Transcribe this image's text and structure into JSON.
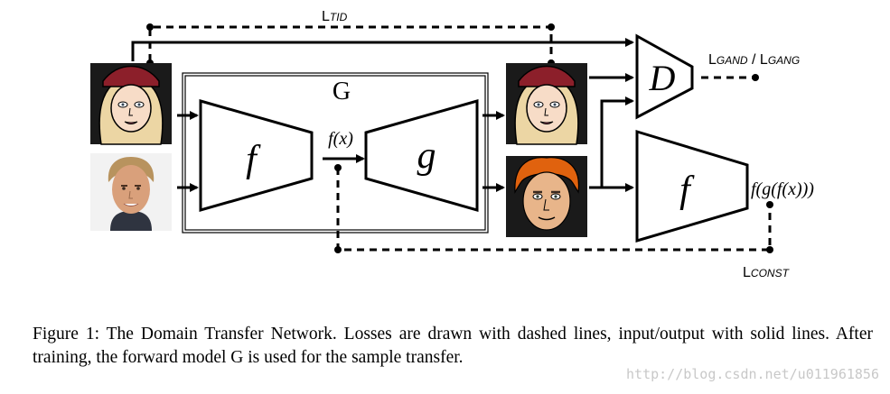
{
  "diagram": {
    "label_g_box": "G",
    "label_f_encoder": "f",
    "label_g_decoder": "g",
    "label_fx": "f(x)",
    "label_d": "D",
    "label_f_second": "f",
    "label_fgfx": "f(g(f(x)))",
    "loss_tid": {
      "main": "L",
      "sub": "TID"
    },
    "loss_gan": {
      "main1": "L",
      "sub1": "GAND",
      "sep": " / ",
      "main2": "L",
      "sub2": "GANG"
    },
    "loss_const": {
      "main": "L",
      "sub": "CONST"
    },
    "images": {
      "input_emoji": "emoji-face-input",
      "input_photo": "photo-face-input",
      "output_emoji": "emoji-face-output",
      "output_generated": "generated-face-output"
    }
  },
  "caption": {
    "text": "Figure 1: The Domain Transfer Network. Losses are drawn with dashed lines, input/output with solid lines. After training, the forward model G is used for the sample transfer."
  },
  "watermark": {
    "text": "http://blog.csdn.net/u011961856"
  }
}
